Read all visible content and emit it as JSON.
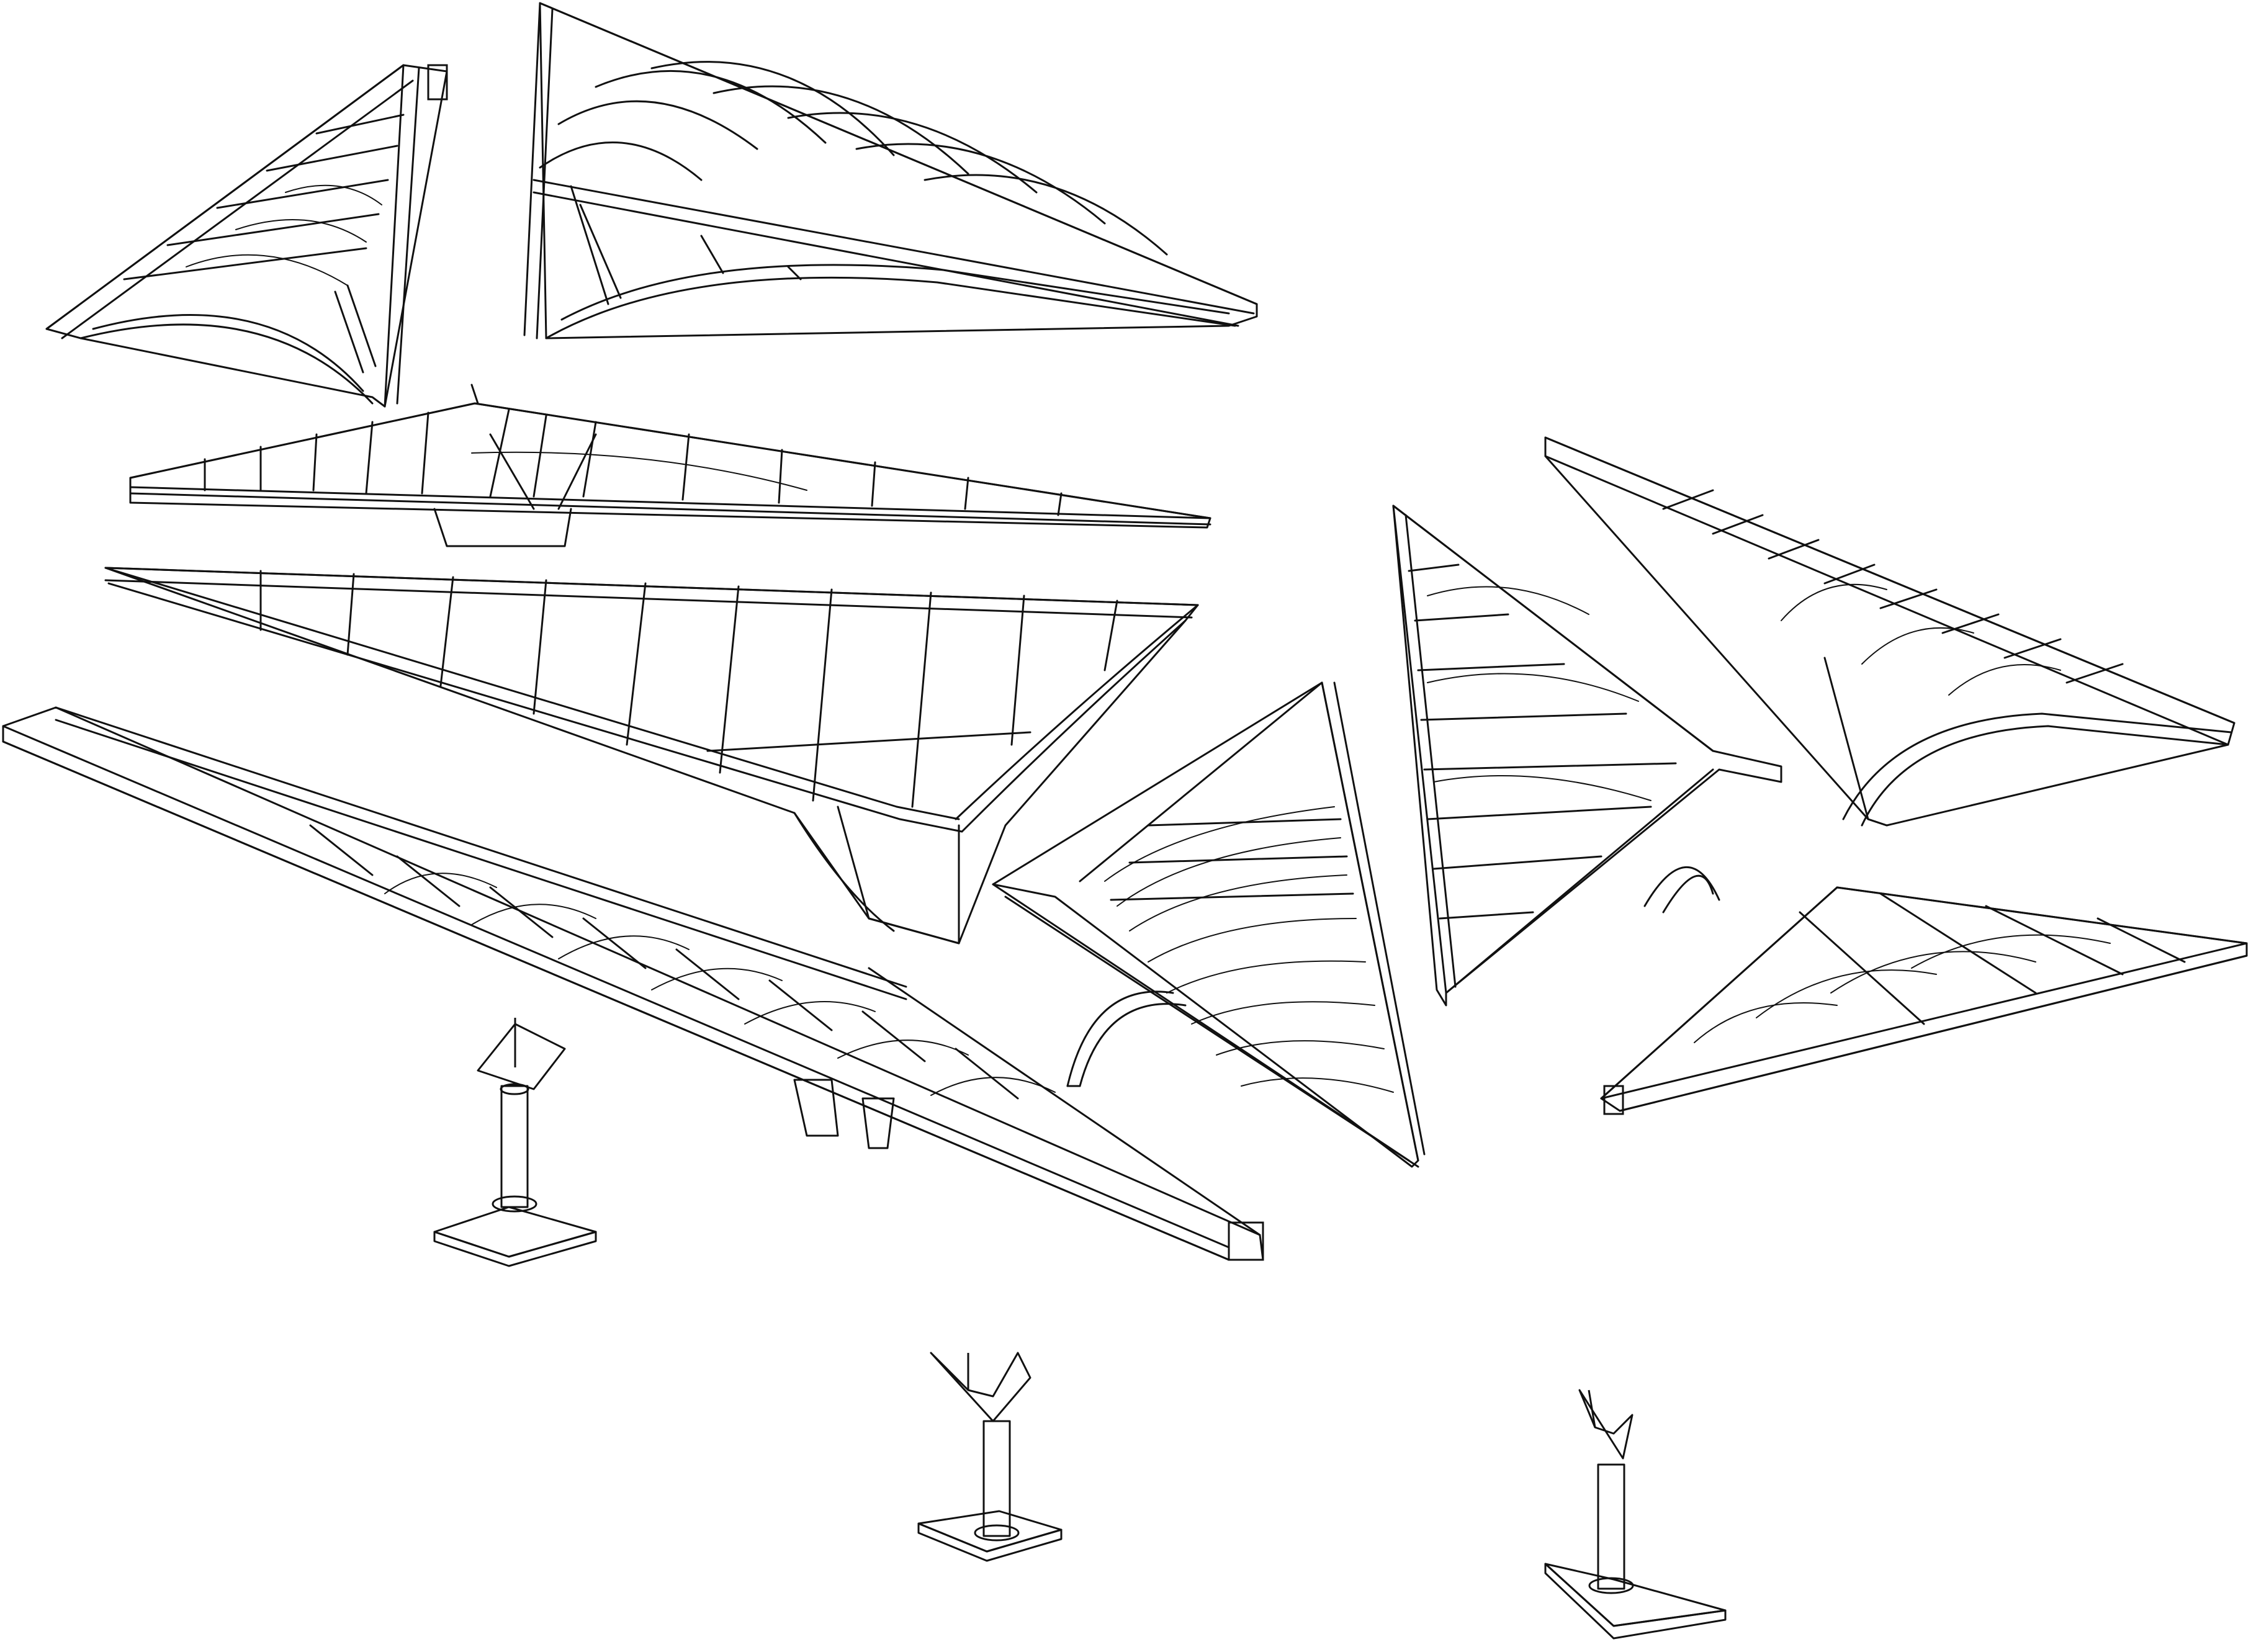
{
  "drawing": {
    "ink_color": "#111111",
    "paper_color": "#ffffff",
    "frames": [
      {
        "id": "frame-1"
      },
      {
        "id": "frame-2"
      },
      {
        "id": "frame-3"
      },
      {
        "id": "frame-4"
      },
      {
        "id": "frame-5"
      },
      {
        "id": "frame-6"
      },
      {
        "id": "frame-7"
      },
      {
        "id": "frame-8"
      },
      {
        "id": "frame-9"
      }
    ],
    "columns": [
      {
        "id": "column-1"
      },
      {
        "id": "column-2"
      },
      {
        "id": "column-3"
      }
    ]
  }
}
